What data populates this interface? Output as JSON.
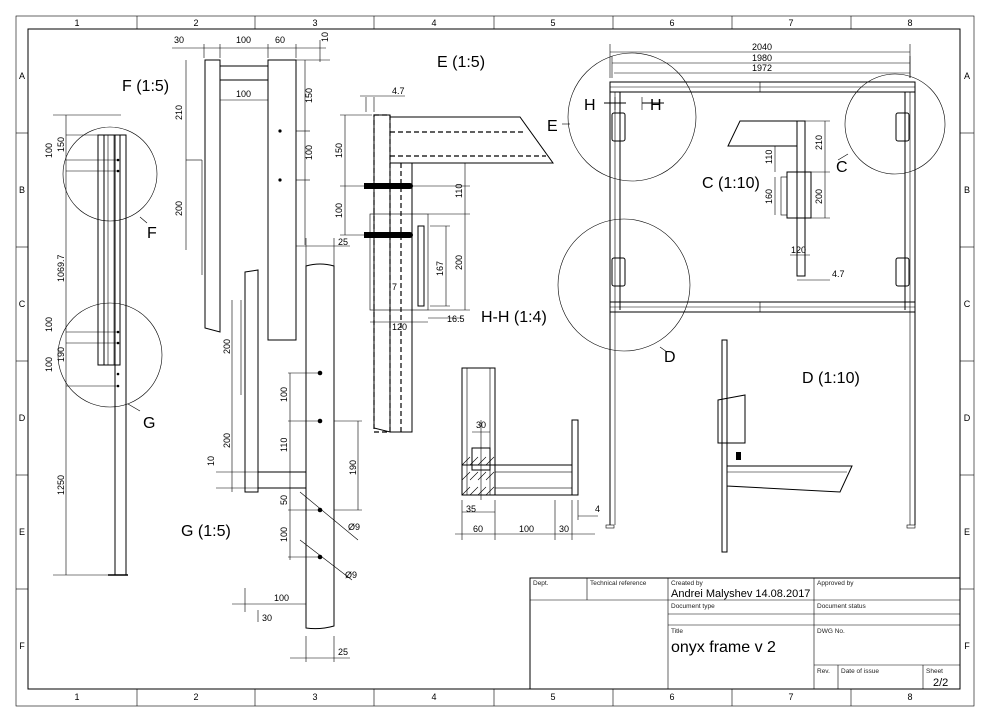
{
  "sheet": {
    "zone_columns": [
      "1",
      "2",
      "3",
      "4",
      "5",
      "6",
      "7",
      "8"
    ],
    "zone_rows": [
      "A",
      "B",
      "C",
      "D",
      "E",
      "F"
    ]
  },
  "views": {
    "f": "F (1:5)",
    "e": "E (1:5)",
    "c": "C (1:10)",
    "d": "D (1:10)",
    "g": "G (1:5)",
    "hh": "H-H (1:4)",
    "marker_f": "F",
    "marker_g": "G",
    "marker_e": "E",
    "marker_c": "C",
    "marker_d": "D",
    "marker_h1": "H",
    "marker_h2": "H"
  },
  "dims": {
    "main_2040": "2040",
    "main_1980": "1980",
    "main_1972": "1972",
    "c_210": "210",
    "c_110": "110",
    "c_160": "160",
    "c_200": "200",
    "c_120": "120",
    "c_47": "4.7",
    "left_100a": "100",
    "left_150": "150",
    "left_10697": "1069.7",
    "left_100b": "100",
    "left_190": "190",
    "left_100c": "100",
    "left_1250": "1250",
    "f_30": "30",
    "f_100a": "100",
    "f_60": "60",
    "f_10": "10",
    "f_210": "210",
    "f_100b": "100",
    "f_150": "150",
    "f_100c": "100",
    "f_200": "200",
    "e_47": "4.7",
    "e_150": "150",
    "e_110": "110",
    "e_100": "100",
    "e_167": "167",
    "e_200": "200",
    "e_7": "7",
    "e_120": "120",
    "e_165": "16.5",
    "g_25a": "25",
    "g_200a": "200",
    "g_200b": "200",
    "g_10": "10",
    "g_100a": "100",
    "g_110": "110",
    "g_190": "190",
    "g_50": "50",
    "g_100b": "100",
    "g_phi9a": "Ø9",
    "g_phi9b": "Ø9",
    "g_100c": "100",
    "g_30": "30",
    "g_25b": "25",
    "hh_30": "30",
    "hh_35": "35",
    "hh_60": "60",
    "hh_100": "100",
    "hh_30b": "30",
    "hh_4": "4"
  },
  "title_block": {
    "dept_label": "Dept.",
    "tech_ref_label": "Technical reference",
    "created_by_label": "Created by",
    "created_by_value": "Andrei Malyshev 14.08.2017",
    "approved_by_label": "Approved by",
    "doc_type_label": "Document type",
    "doc_status_label": "Document status",
    "title_label": "Title",
    "title_value": "onyx frame v 2",
    "dwg_no_label": "DWG No.",
    "rev_label": "Rev.",
    "date_of_issue_label": "Date of issue",
    "sheet_label": "Sheet",
    "sheet_value": "2/2"
  }
}
